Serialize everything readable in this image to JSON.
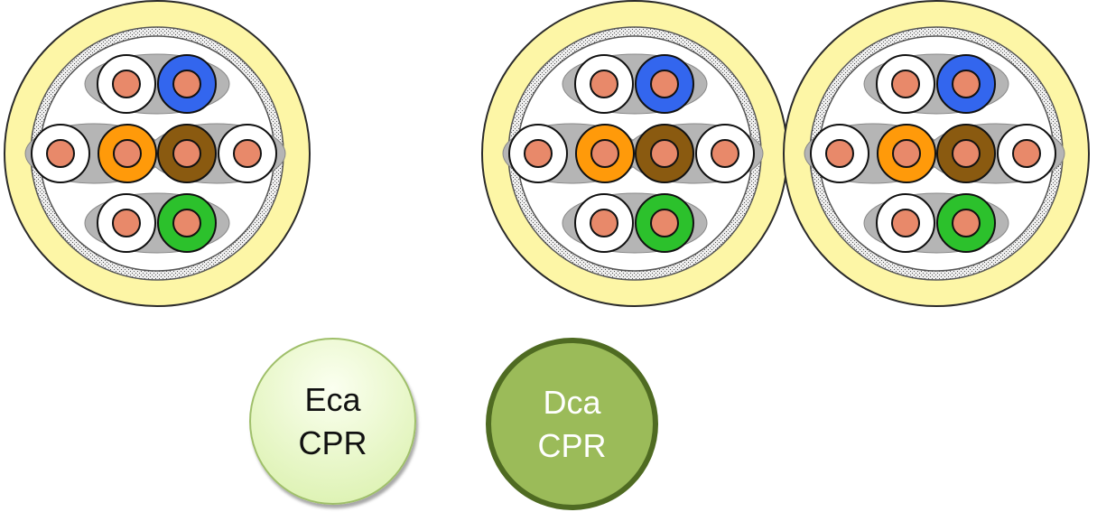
{
  "colors": {
    "jacket": "#fdf6a6",
    "jacket_stroke": "#2b2b2b",
    "shield": "#d9d9d9",
    "pair_body": "#b5b5b5",
    "inner_background": "#ffffff",
    "copper": "#e8896a",
    "wire_white": "#ffffff",
    "wire_blue": "#3366ee",
    "wire_orange": "#ff9a0a",
    "wire_brown": "#8a5a10",
    "wire_green": "#2cc12c"
  },
  "cables": [
    {
      "name": "single-cable"
    },
    {
      "name": "double-cable-left"
    },
    {
      "name": "double-cable-right"
    }
  ],
  "badges": {
    "eca": {
      "line1": "Eca",
      "line2": "CPR",
      "fill_top": "#fbfff0",
      "fill_bottom": "#d8f0a8",
      "text_color": "#111111"
    },
    "dca": {
      "line1": "Dca",
      "line2": "CPR",
      "fill": "#9bbb59",
      "text_color": "#ffffff"
    }
  }
}
